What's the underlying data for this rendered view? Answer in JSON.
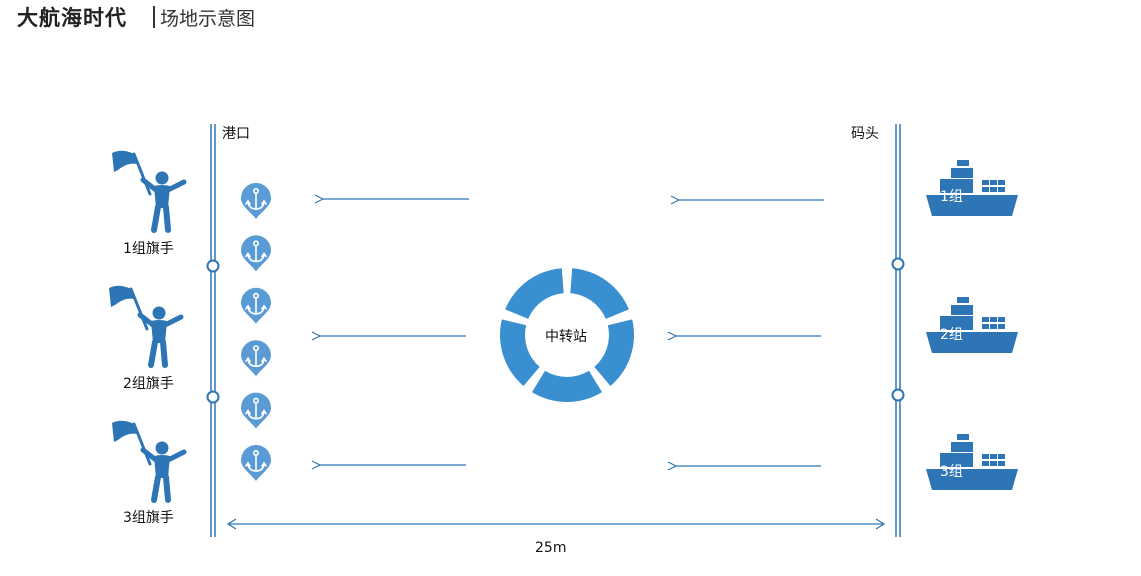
{
  "header": {
    "title": "大航海时代",
    "subtitle": "场地示意图"
  },
  "left_line_label": "港口",
  "right_line_label": "码头",
  "center_label": "中转站",
  "flagbearers": [
    "1组旗手",
    "2组旗手",
    "3组旗手"
  ],
  "ships": [
    "1组",
    "2组",
    "3组"
  ],
  "distance_label": "25m",
  "anchor_count": 6,
  "colors": {
    "primary": "#2e75b6",
    "accent": "#3a8fd0",
    "anchor": "#5b9bd5"
  }
}
